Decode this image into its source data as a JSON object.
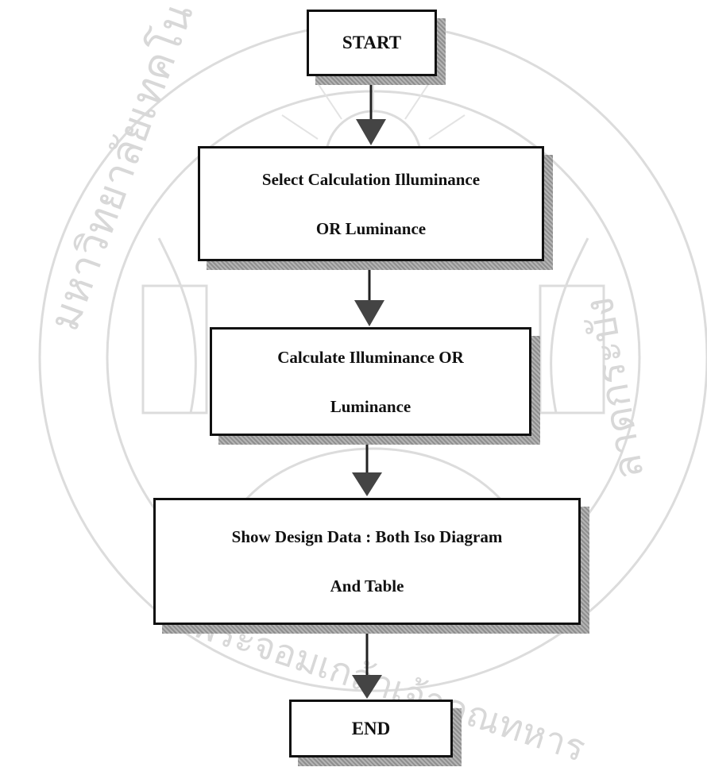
{
  "diagram": {
    "nodes": [
      {
        "id": "start",
        "lines": [
          "START"
        ]
      },
      {
        "id": "select",
        "lines": [
          "Select Calculation Illuminance",
          "OR Luminance"
        ]
      },
      {
        "id": "calculate",
        "lines": [
          "Calculate Illuminance OR",
          "Luminance"
        ]
      },
      {
        "id": "show",
        "lines": [
          "Show Design Data : Both Iso Diagram",
          "And Table"
        ]
      },
      {
        "id": "end",
        "lines": [
          "END"
        ]
      }
    ],
    "edges": [
      {
        "from": "start",
        "to": "select"
      },
      {
        "from": "select",
        "to": "calculate"
      },
      {
        "from": "calculate",
        "to": "show"
      },
      {
        "from": "show",
        "to": "end"
      }
    ]
  },
  "watermark": {
    "seal_text_left": "มหาวิทยาลัยเทคโนโลยี",
    "seal_text_bottom": "พระจอมเกล้าเจ้าคุณทหาร",
    "seal_text_right": "ลาดกระบัง"
  }
}
